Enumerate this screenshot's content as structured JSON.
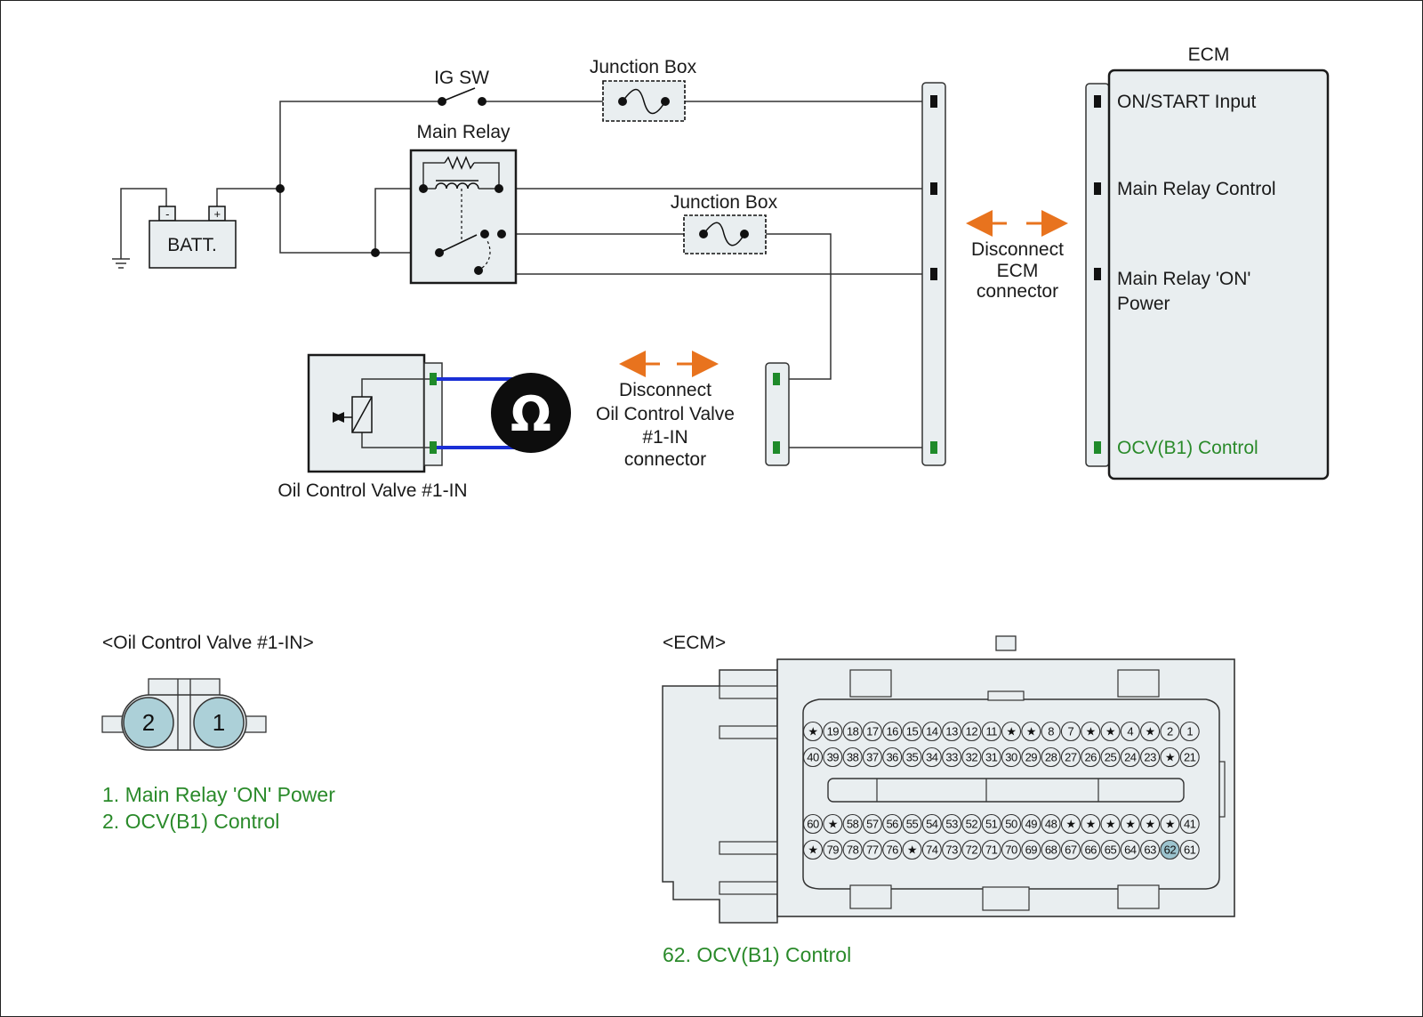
{
  "labels": {
    "ig_sw": "IG SW",
    "junction_box_1": "Junction Box",
    "junction_box_2": "Junction Box",
    "main_relay": "Main Relay",
    "battery": "BATT.",
    "battery_minus": "-",
    "battery_plus": "+",
    "ecm_title": "ECM",
    "ecm_pin_on_start": "ON/START Input",
    "ecm_pin_main_relay_control": "Main Relay Control",
    "ecm_pin_main_relay_on_power_1": "Main Relay 'ON'",
    "ecm_pin_main_relay_on_power_2": "Power",
    "ecm_pin_ocv_control": "OCV(B1) Control",
    "disconnect_ecm_1": "Disconnect",
    "disconnect_ecm_2": "ECM",
    "disconnect_ecm_3": "connector",
    "disconnect_ocv_1": "Disconnect",
    "disconnect_ocv_2": "Oil Control Valve",
    "disconnect_ocv_3": "#1-IN",
    "disconnect_ocv_4": "connector",
    "ocv_component": "Oil Control Valve #1-IN",
    "ohmmeter_symbol": "Ω"
  },
  "ocv_connector": {
    "title": "<Oil Control Valve #1-IN>",
    "pin_left": "2",
    "pin_right": "1",
    "legend": [
      "1. Main Relay 'ON' Power",
      "2. OCV(B1) Control"
    ]
  },
  "ecm_connector": {
    "title": "<ECM>",
    "legend": "62. OCV(B1) Control",
    "highlight_pin": "62",
    "rows": [
      [
        "★",
        "19",
        "18",
        "17",
        "16",
        "15",
        "14",
        "13",
        "12",
        "11",
        "★",
        "★",
        "8",
        "7",
        "★",
        "★",
        "4",
        "★",
        "2",
        "1"
      ],
      [
        "40",
        "39",
        "38",
        "37",
        "36",
        "35",
        "34",
        "33",
        "32",
        "31",
        "30",
        "29",
        "28",
        "27",
        "26",
        "25",
        "24",
        "23",
        "★",
        "21"
      ],
      [
        "60",
        "★",
        "58",
        "57",
        "56",
        "55",
        "54",
        "53",
        "52",
        "51",
        "50",
        "49",
        "48",
        "★",
        "★",
        "★",
        "★",
        "★",
        "★",
        "41"
      ],
      [
        "★",
        "79",
        "78",
        "77",
        "76",
        "★",
        "74",
        "73",
        "72",
        "71",
        "70",
        "69",
        "68",
        "67",
        "66",
        "65",
        "64",
        "63",
        "62",
        "61"
      ]
    ]
  },
  "colors": {
    "green_label": "#2a8a2a",
    "orange_arrow": "#e8731e",
    "meter_probe": "#1a2fd6",
    "component_fill": "#e9eef0",
    "pin_fill": "#acd0d8",
    "highlight_pin": "#9cc4cf"
  },
  "icons": [
    "ohmmeter-icon",
    "fuse-icon",
    "ground-icon",
    "solenoid-icon",
    "switch-icon",
    "relay-coil-icon"
  ]
}
